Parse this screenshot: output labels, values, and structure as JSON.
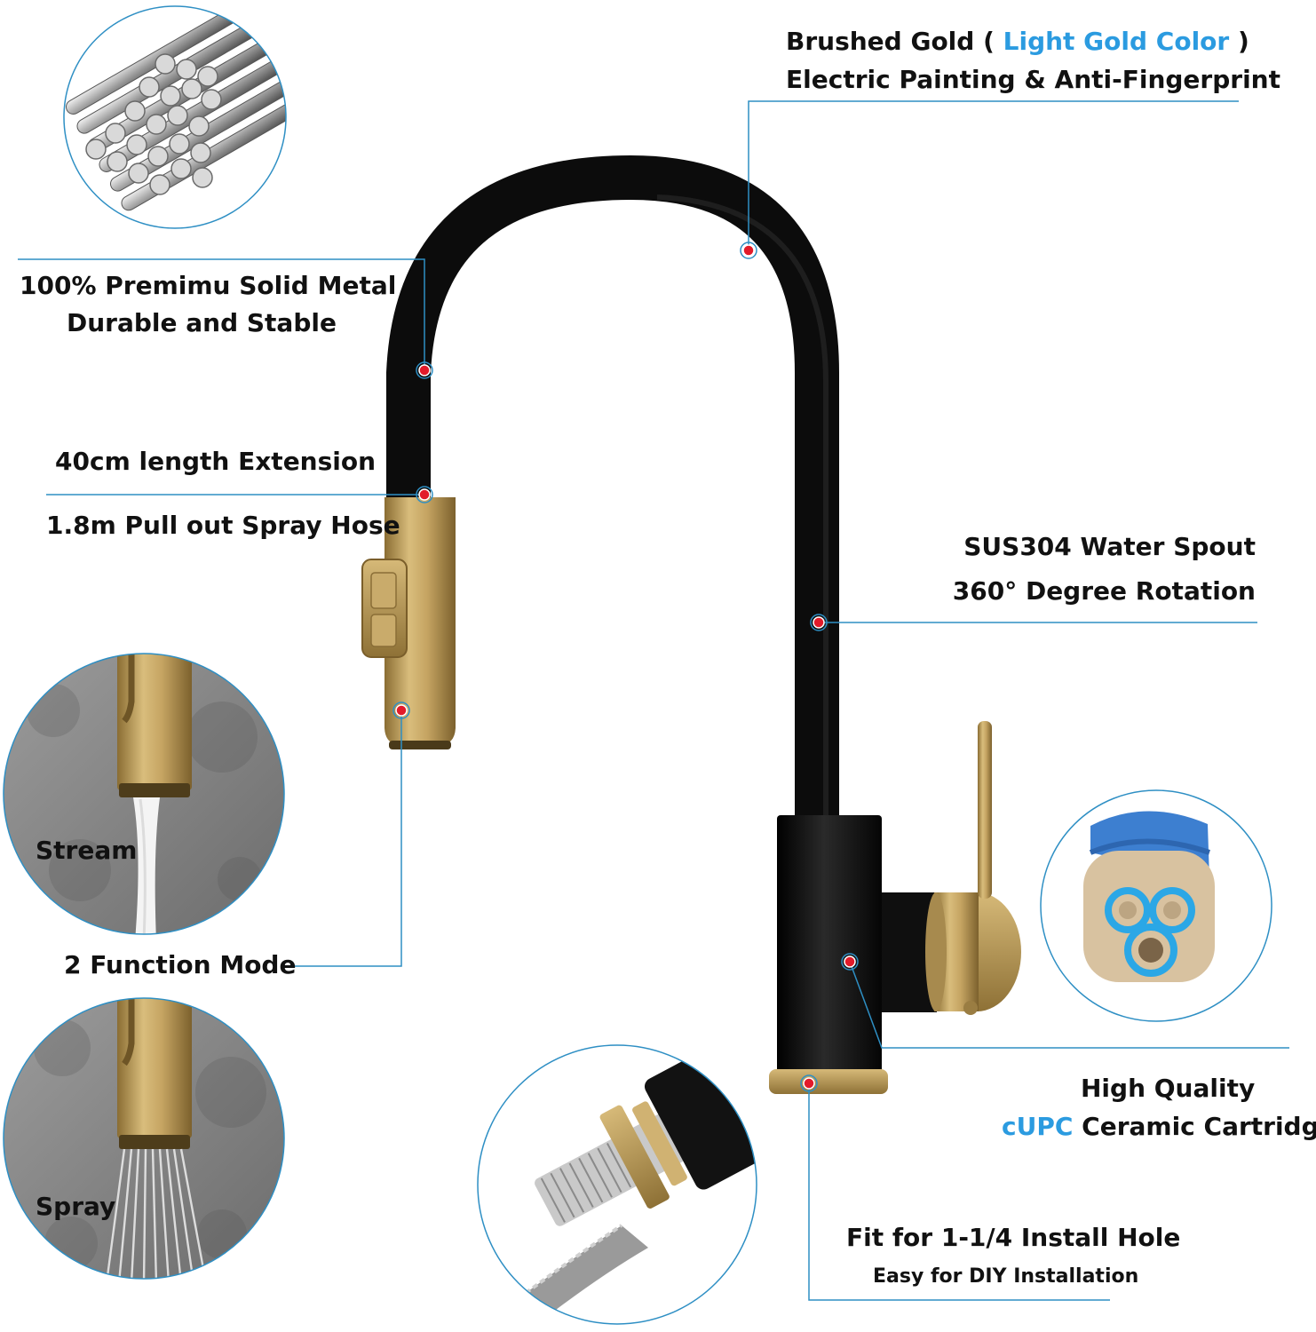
{
  "colors": {
    "accent": "#2b9be0",
    "leader_line": "#2e8fc4",
    "marker": "#e21b2a",
    "faucet_body": "#111111",
    "brushed_gold": "#b89a55"
  },
  "callouts": {
    "finish": {
      "line1_prefix": "Brushed Gold (",
      "line1_highlight": "Light Gold Color",
      "line1_suffix": ")",
      "line2": "Electric Painting & Anti-Fingerprint"
    },
    "metal": {
      "line1": "100% Premimu Solid Metal",
      "line2": "Durable and Stable"
    },
    "extension": {
      "line1": "40cm length Extension",
      "line2": "1.8m Pull out Spray Hose"
    },
    "spout": {
      "line1": "SUS304 Water Spout",
      "line2": "360° Degree Rotation"
    },
    "modes": {
      "title": "2 Function Mode",
      "stream": "Stream",
      "spray": "Spray"
    },
    "cartridge": {
      "line1": "High Quality",
      "line2_highlight": "cUPC",
      "line2_rest": "Ceramic Cartridge"
    },
    "install": {
      "line1": "Fit for 1-1/4 Install Hole",
      "line2": "Easy for DIY Installation"
    }
  },
  "icons": [
    "metal-rods-photo",
    "stream-mode-photo",
    "spray-mode-photo",
    "ceramic-cartridge-photo",
    "mounting-base-photo",
    "kitchen-faucet-photo"
  ]
}
